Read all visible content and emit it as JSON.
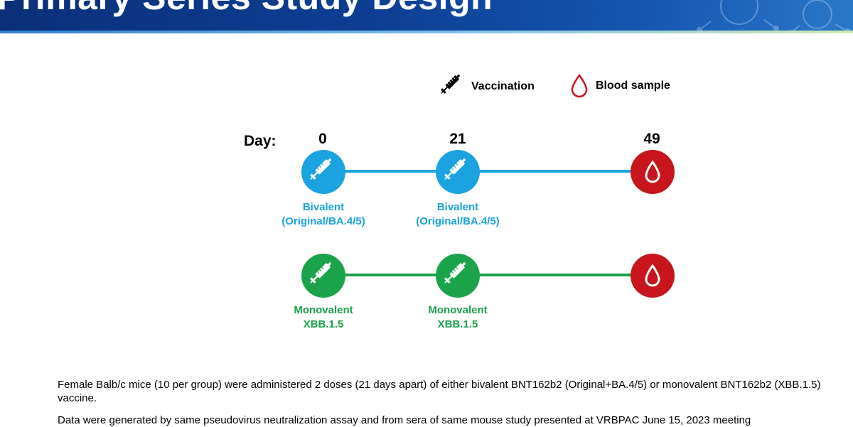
{
  "header": {
    "title": "Primary Series Study Design"
  },
  "legend": {
    "vaccination_label": "Vaccination",
    "blood_label": "Blood sample",
    "vaccination_icon": "syringe-icon",
    "blood_icon": "blood-drop-icon"
  },
  "timeline": {
    "day_label": "Day:",
    "days": [
      "0",
      "21",
      "49"
    ]
  },
  "groups": [
    {
      "color": "#1aa3e0",
      "dose1_label_line1": "Bivalent",
      "dose1_label_line2": "(Original/BA.4/5)",
      "dose2_label_line1": "Bivalent",
      "dose2_label_line2": "(Original/BA.4/5)"
    },
    {
      "color": "#1aa34a",
      "dose1_label_line1": "Monovalent",
      "dose1_label_line2": "XBB.1.5",
      "dose2_label_line1": "Monovalent",
      "dose2_label_line2": "XBB.1.5"
    }
  ],
  "colors": {
    "header": "#0d3f94",
    "bivalent": "#1aa3e0",
    "monovalent": "#1aa34a",
    "blood": "#c8141c"
  },
  "footnotes": {
    "line1": "Female Balb/c mice (10 per group) were administered 2 doses (21 days apart) of either bivalent BNT162b2 (Original+BA.4/5) or monovalent BNT162b2 (XBB.1.5) vaccine.",
    "line2": "Data were generated by same pseudovirus neutralization assay and from sera of same mouse study presented at VRBPAC June 15, 2023 meeting"
  }
}
